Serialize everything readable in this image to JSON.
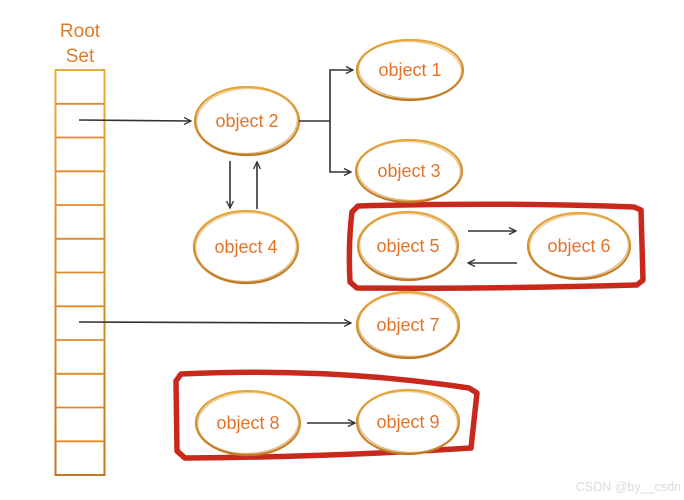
{
  "root_set": {
    "title_line1": "Root",
    "title_line2": "Set",
    "cell_count": 12
  },
  "nodes": [
    {
      "label": "object 1"
    },
    {
      "label": "object 2"
    },
    {
      "label": "object 3"
    },
    {
      "label": "object 4"
    },
    {
      "label": "object 5"
    },
    {
      "label": "object 6"
    },
    {
      "label": "object 7"
    },
    {
      "label": "object 8"
    },
    {
      "label": "object 9"
    }
  ],
  "edges": [
    {
      "from": "root-set",
      "to": "object-2"
    },
    {
      "from": "object-2",
      "to": "object-1"
    },
    {
      "from": "object-2",
      "to": "object-3"
    },
    {
      "from": "object-2",
      "to": "object-4"
    },
    {
      "from": "object-4",
      "to": "object-2"
    },
    {
      "from": "object-5",
      "to": "object-6"
    },
    {
      "from": "object-6",
      "to": "object-5"
    },
    {
      "from": "root-set",
      "to": "object-7"
    },
    {
      "from": "object-8",
      "to": "object-9"
    }
  ],
  "highlight_groups": [
    {
      "members": [
        "object-5",
        "object-6"
      ]
    },
    {
      "members": [
        "object-8",
        "object-9"
      ]
    }
  ],
  "watermark": "CSDN @by__csdn",
  "colors": {
    "node_stroke_light": "#e7a83f",
    "node_stroke_dark": "#bf7a20",
    "node_text": "#e4732a",
    "root_text": "#df7c28",
    "edge": "#333333",
    "highlight_box": "#c9291d",
    "watermark": "#dbdbdb",
    "background": "#ffffff"
  }
}
